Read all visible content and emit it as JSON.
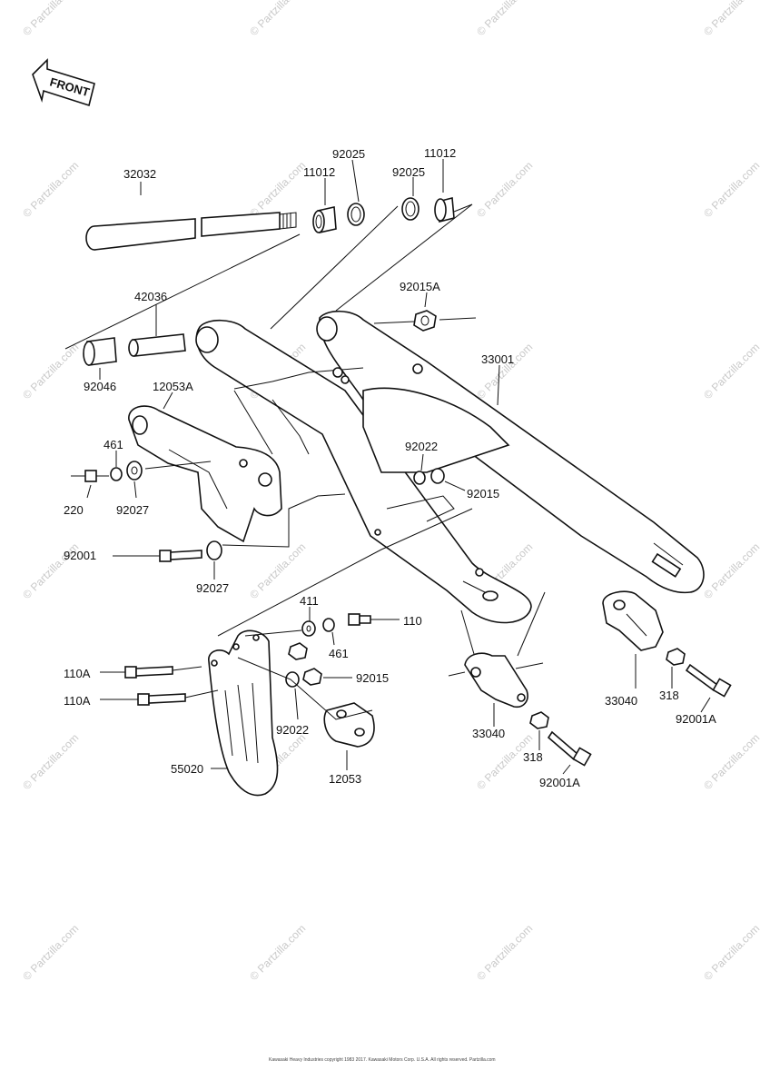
{
  "front_label": "FRONT",
  "watermark_text": "© Partzilla.com",
  "copyright": "Kawasaki Heavy Industries copyright 1983 2017. Kawasaki Motors Corp. U.S.A. All rights reserved. Partzilla.com",
  "parts": {
    "p32032": "32032",
    "p11012a": "11012",
    "p92025a": "92025",
    "p92025b": "92025",
    "p11012b": "11012",
    "p42036": "42036",
    "p92015A": "92015A",
    "p92046": "92046",
    "p12053A": "12053A",
    "p33001": "33001",
    "p461a": "461",
    "p220": "220",
    "p92027a": "92027",
    "p92022a": "92022",
    "p92015a": "92015",
    "p92001": "92001",
    "p92027b": "92027",
    "p411": "411",
    "p110": "110",
    "p461b": "461",
    "p110Aa": "110A",
    "p92015b": "92015",
    "p110Ab": "110A",
    "p92022b": "92022",
    "p33040a": "33040",
    "p318a": "318",
    "p92001Aa": "92001A",
    "p33040b": "33040",
    "p55020": "55020",
    "p12053": "12053",
    "p318b": "318",
    "p92001Ab": "92001A"
  }
}
